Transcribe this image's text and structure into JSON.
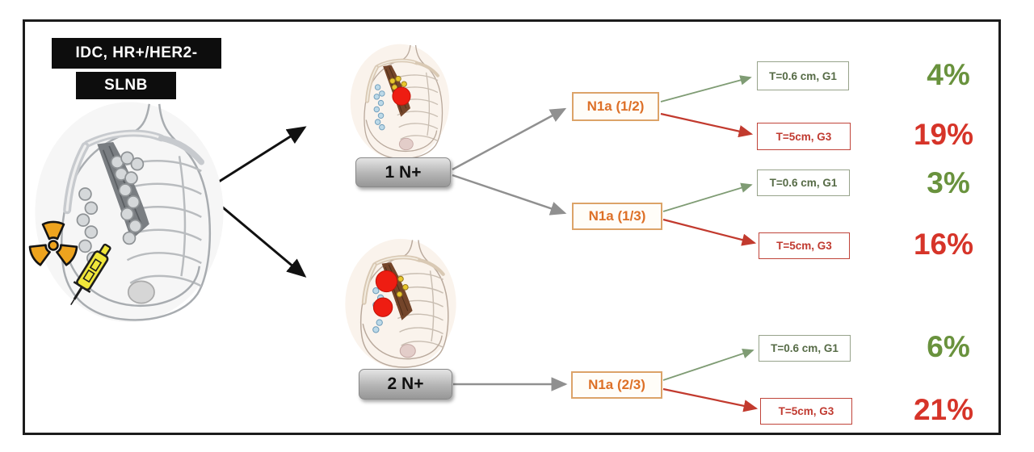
{
  "title": {
    "diagnosis": "IDC, HR+/HER2-",
    "procedure": "SLNB"
  },
  "groups": [
    {
      "node_label": "1 N+",
      "branches": [
        {
          "label": "N1a (1/2)",
          "outcomes": [
            {
              "label": "T=0.6 cm, G1",
              "value": "4%",
              "status": "good"
            },
            {
              "label": "T=5cm, G3",
              "value": "19%",
              "status": "bad"
            }
          ]
        },
        {
          "label": "N1a (1/3)",
          "outcomes": [
            {
              "label": "T=0.6 cm, G1",
              "value": "3%",
              "status": "good"
            },
            {
              "label": "T=5cm, G3",
              "value": "16%",
              "status": "bad"
            }
          ]
        }
      ]
    },
    {
      "node_label": "2 N+",
      "branches": [
        {
          "label": "N1a (2/3)",
          "outcomes": [
            {
              "label": "T=0.6 cm, G1",
              "value": "6%",
              "status": "good"
            },
            {
              "label": "T=5cm, G3",
              "value": "21%",
              "status": "bad"
            }
          ]
        }
      ]
    }
  ],
  "icons": {
    "radioactive": "radioactive-icon",
    "syringe": "syringe-icon",
    "anatomy": "axilla-anatomy-illustration"
  },
  "colors": {
    "good_value": "#69923d",
    "bad_value": "#d63429",
    "branch_accent": "#dd7027",
    "positive_node": "#ee1d12",
    "tracer_yellow": "#e8c72e"
  }
}
